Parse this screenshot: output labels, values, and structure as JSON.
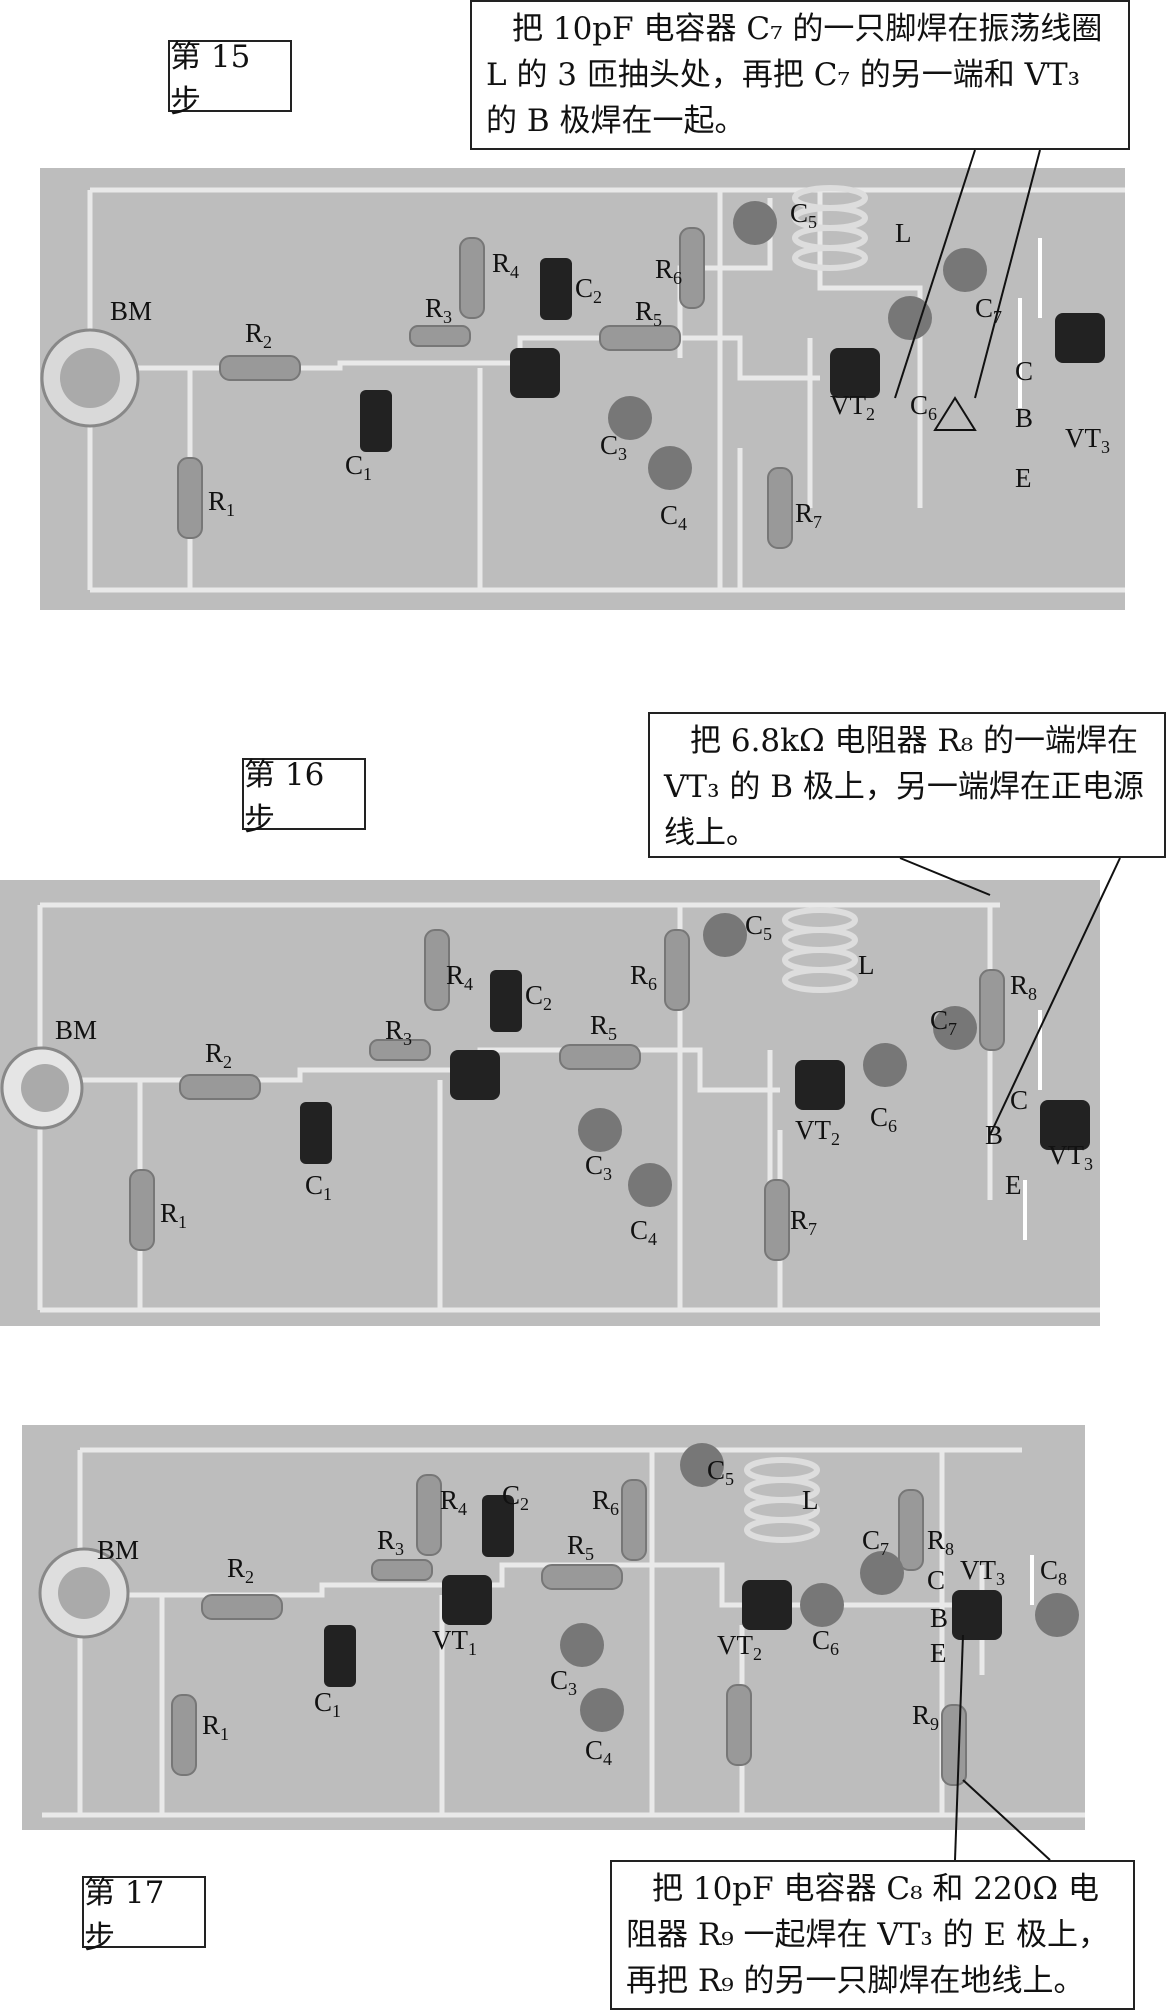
{
  "steps": [
    {
      "title": "第 15 步",
      "note": "把 10pF 电容器 C₇ 的一只脚焊在振荡线圈 L 的 3 匝抽头处，再把 C₇ 的另一端和 VT₃ 的 B 极焊在一起。",
      "labels": {
        "bm": "BM",
        "r1": "R",
        "r1s": "1",
        "r2": "R",
        "r2s": "2",
        "r3": "R",
        "r3s": "3",
        "r4": "R",
        "r4s": "4",
        "r5": "R",
        "r5s": "5",
        "r6": "R",
        "r6s": "6",
        "r7": "R",
        "r7s": "7",
        "c1": "C",
        "c1s": "1",
        "c2": "C",
        "c2s": "2",
        "c3": "C",
        "c3s": "3",
        "c4": "C",
        "c4s": "4",
        "c5": "C",
        "c5s": "5",
        "c6": "C",
        "c6s": "6",
        "c7": "C",
        "c7s": "7",
        "l": "L",
        "vt2": "VT",
        "vt2s": "2",
        "vt3": "VT",
        "vt3s": "3",
        "pin_c": "C",
        "pin_b": "B",
        "pin_e": "E"
      }
    },
    {
      "title": "第 16 步",
      "note": "把 6.8kΩ 电阻器 R₈ 的一端焊在 VT₃ 的 B 极上，另一端焊在正电源线上。",
      "labels": {
        "bm": "BM",
        "r1": "R",
        "r1s": "1",
        "r2": "R",
        "r2s": "2",
        "r3": "R",
        "r3s": "3",
        "r4": "R",
        "r4s": "4",
        "r5": "R",
        "r5s": "5",
        "r6": "R",
        "r6s": "6",
        "r7": "R",
        "r7s": "7",
        "r8": "R",
        "r8s": "8",
        "c1": "C",
        "c1s": "1",
        "c2": "C",
        "c2s": "2",
        "c3": "C",
        "c3s": "3",
        "c4": "C",
        "c4s": "4",
        "c5": "C",
        "c5s": "5",
        "c6": "C",
        "c6s": "6",
        "c7": "C",
        "c7s": "7",
        "l": "L",
        "vt2": "VT",
        "vt2s": "2",
        "vt3": "VT",
        "vt3s": "3",
        "pin_c": "C",
        "pin_b": "B",
        "pin_e": "E"
      }
    },
    {
      "title": "第 17 步",
      "note": "把 10pF 电容器 C₈ 和 220Ω 电阻器 R₉ 一起焊在 VT₃ 的 E 极上，再把 R₉ 的另一只脚焊在地线上。",
      "labels": {
        "bm": "BM",
        "r1": "R",
        "r1s": "1",
        "r2": "R",
        "r2s": "2",
        "r3": "R",
        "r3s": "3",
        "r4": "R",
        "r4s": "4",
        "r5": "R",
        "r5s": "5",
        "r6": "R",
        "r6s": "6",
        "r8": "R",
        "r8s": "8",
        "r9": "R",
        "r9s": "9",
        "c1": "C",
        "c1s": "1",
        "c2": "C",
        "c2s": "2",
        "c3": "C",
        "c3s": "3",
        "c4": "C",
        "c4s": "4",
        "c5": "C",
        "c5s": "5",
        "c6": "C",
        "c6s": "6",
        "c7": "C",
        "c7s": "7",
        "c8": "C",
        "c8s": "8",
        "l": "L",
        "vt1": "VT",
        "vt1s": "1",
        "vt2": "VT",
        "vt2s": "2",
        "vt3": "VT",
        "vt3s": "3",
        "pin_c": "C",
        "pin_b": "B",
        "pin_e": "E"
      }
    }
  ],
  "colors": {
    "board": "#bdbdbd",
    "wire": "#e4e4e4",
    "body": "#9a9a9a",
    "dark": "#1e1e1e",
    "cap": "#7a7a7a"
  }
}
